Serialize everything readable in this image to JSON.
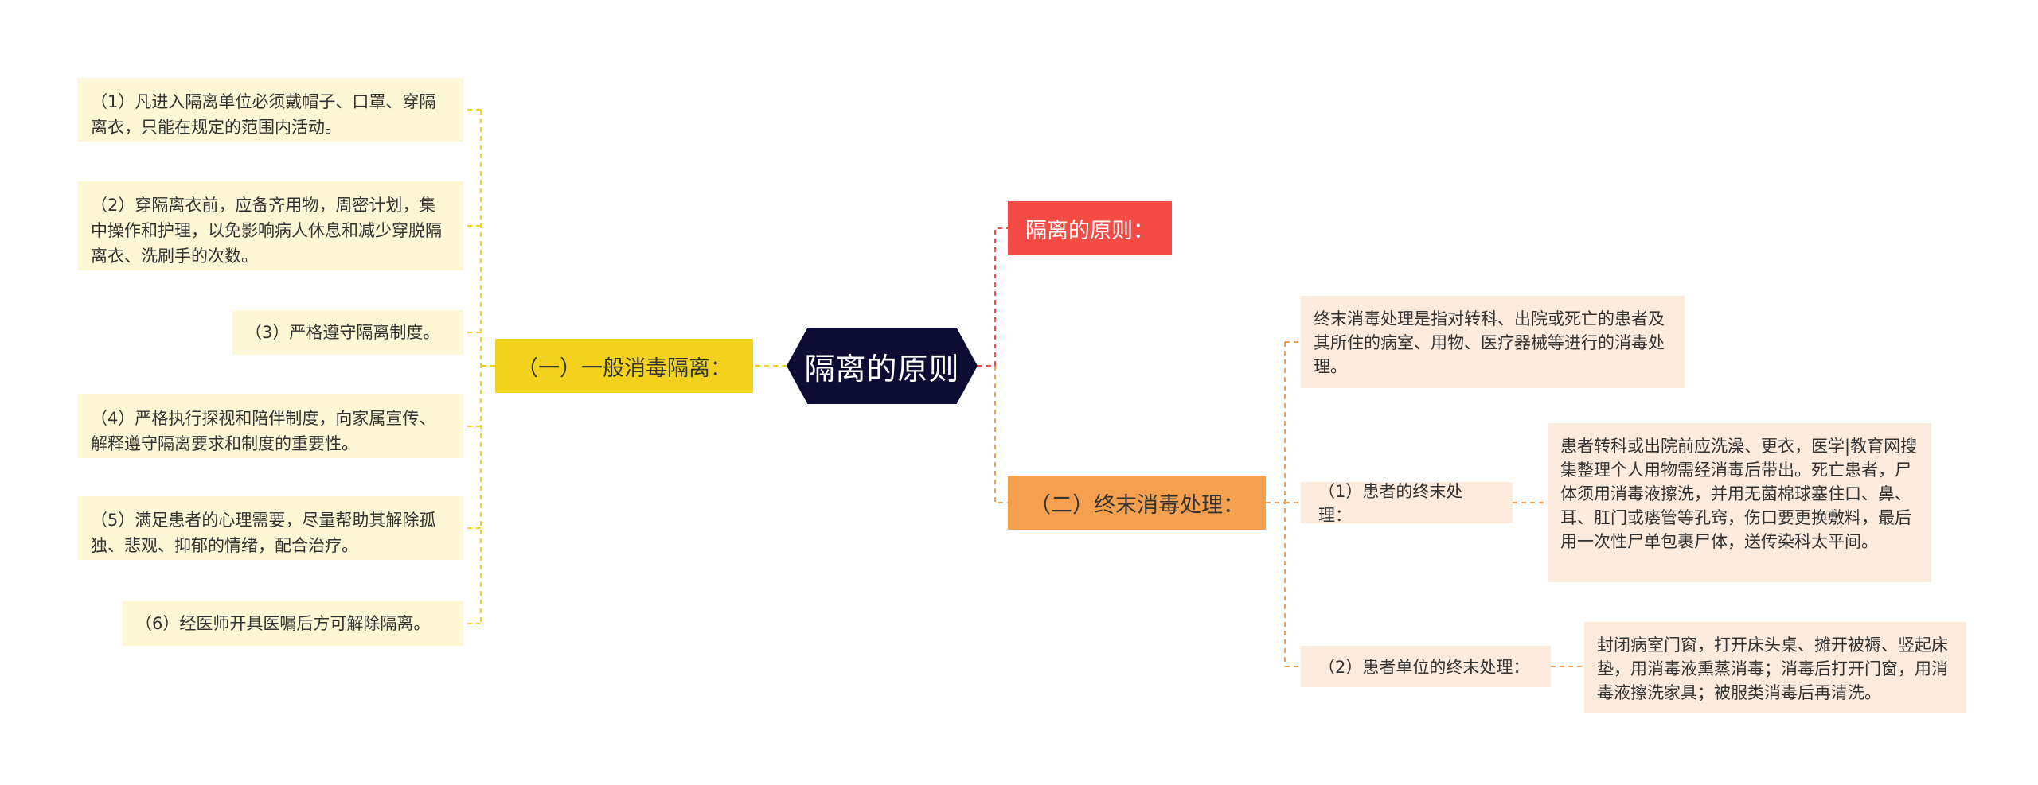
{
  "root": {
    "label": "隔离的原则"
  },
  "branches": {
    "general": {
      "label": "（一）一般消毒隔离："
    },
    "principle": {
      "label": "隔离的原则："
    },
    "terminal": {
      "label": "（二）终末消毒处理："
    }
  },
  "general_items": [
    "（1）凡进入隔离单位必须戴帽子、口罩、穿隔离衣，只能在规定的范围内活动。",
    "（2）穿隔离衣前，应备齐用物，周密计划，集中操作和护理，以免影响病人休息和减少穿脱隔离衣、洗刷手的次数。",
    "（3）严格遵守隔离制度。",
    "（4）严格执行探视和陪伴制度，向家属宣传、解释遵守隔离要求和制度的重要性。",
    "（5）满足患者的心理需要，尽量帮助其解除孤独、悲观、抑郁的情绪，配合治疗。",
    "（6）经医师开具医嘱后方可解除隔离。"
  ],
  "terminal": {
    "definition": "终末消毒处理是指对转科、出院或死亡的患者及其所住的病室、用物、医疗器械等进行的消毒处理。",
    "patient": {
      "label": "（1）患者的终末处理：",
      "detail": "患者转科或出院前应洗澡、更衣，医学|教育网搜集整理个人用物需经消毒后带出。死亡患者，尸体须用消毒液擦洗，并用无菌棉球塞住口、鼻、耳、肛门或瘘管等孔窍，伤口要更换敷料，最后用一次性尸单包裹尸体，送传染科太平间。"
    },
    "unit": {
      "label": "（2）患者单位的终末处理：",
      "detail": "封闭病室门窗，打开床头桌、摊开被褥、竖起床垫，用消毒液熏蒸消毒；消毒后打开门窗，用消毒液擦洗家具；被服类消毒后再清洗。"
    }
  },
  "colors": {
    "root": "#0c0d33",
    "general": "#f2d21c",
    "principle": "#f44b45",
    "terminal": "#f5a04e",
    "leaf_yellow": "#fef7d5",
    "leaf_peach": "#fdebdd"
  }
}
